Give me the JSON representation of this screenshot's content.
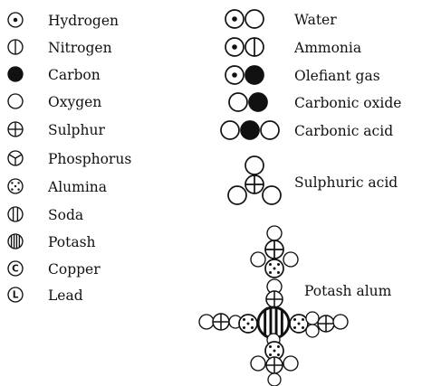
{
  "elements": [
    {
      "key": "hydrogen",
      "label": "Hydrogen",
      "icon": "dot-center-circle-icon"
    },
    {
      "key": "nitrogen",
      "label": "Nitrogen",
      "icon": "vertical-bar-circle-icon"
    },
    {
      "key": "carbon",
      "label": "Carbon",
      "icon": "filled-circle-icon"
    },
    {
      "key": "oxygen",
      "label": "Oxygen",
      "icon": "empty-circle-icon"
    },
    {
      "key": "sulphur",
      "label": "Sulphur",
      "icon": "cross-circle-icon"
    },
    {
      "key": "phosphorus",
      "label": "Phosphorus",
      "icon": "y-spoke-circle-icon"
    },
    {
      "key": "alumina",
      "label": "Alumina",
      "icon": "five-dot-circle-icon"
    },
    {
      "key": "soda",
      "label": "Soda",
      "icon": "two-bar-circle-icon"
    },
    {
      "key": "potash",
      "label": "Potash",
      "icon": "four-bar-circle-icon"
    },
    {
      "key": "copper",
      "label": "Copper",
      "icon": "letter-c-circle-icon",
      "letter": "C"
    },
    {
      "key": "lead",
      "label": "Lead",
      "icon": "letter-l-circle-icon",
      "letter": "L"
    }
  ],
  "compounds": [
    {
      "key": "water",
      "label": "Water",
      "atoms": [
        "hydrogen",
        "oxygen"
      ]
    },
    {
      "key": "ammonia",
      "label": "Ammonia",
      "atoms": [
        "hydrogen",
        "nitrogen"
      ]
    },
    {
      "key": "olefiant_gas",
      "label": "Olefiant gas",
      "atoms": [
        "hydrogen",
        "carbon"
      ]
    },
    {
      "key": "carbonic_oxide",
      "label": "Carbonic oxide",
      "atoms": [
        "oxygen",
        "carbon"
      ]
    },
    {
      "key": "carbonic_acid",
      "label": "Carbonic acid",
      "atoms": [
        "oxygen",
        "carbon",
        "oxygen"
      ]
    },
    {
      "key": "sulphuric_acid",
      "label": "Sulphuric acid",
      "atoms": [
        "sulphur",
        "oxygen",
        "oxygen",
        "oxygen"
      ]
    },
    {
      "key": "potash_alum",
      "label": "Potash alum",
      "atoms": [
        "potash",
        "alumina",
        "sulphur",
        "oxygen"
      ]
    }
  ]
}
